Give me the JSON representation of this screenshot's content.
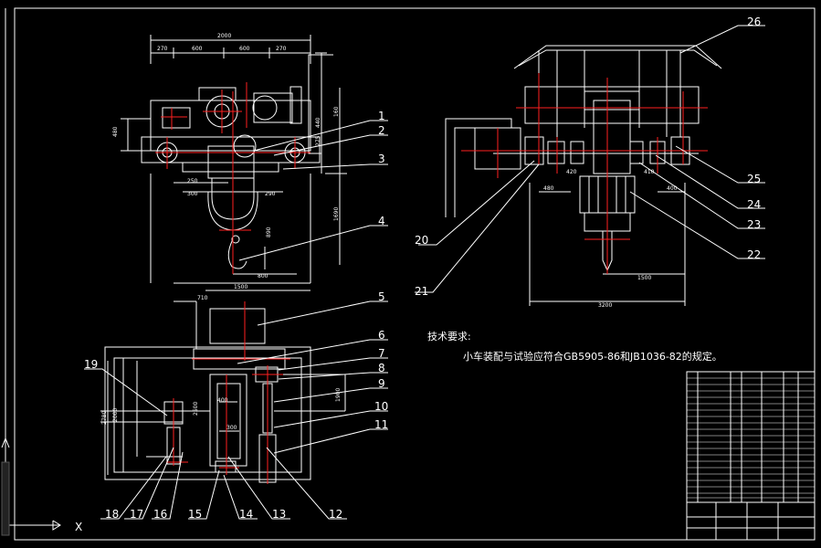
{
  "callouts": [
    "1",
    "2",
    "3",
    "4",
    "5",
    "6",
    "7",
    "8",
    "9",
    "10",
    "11",
    "12",
    "13",
    "14",
    "15",
    "16",
    "17",
    "18",
    "19",
    "20",
    "21",
    "22",
    "23",
    "24",
    "25",
    "26"
  ],
  "dimensions": {
    "front_top_total": "2000",
    "front_top_a": "270",
    "front_top_b": "600",
    "front_top_c": "600",
    "front_top_d": "270",
    "front_left": "480",
    "front_right_a": "160",
    "front_right_b": "440",
    "front_right_c": "275",
    "front_mid_a": "250",
    "front_mid_b": "300",
    "front_mid_c": "290",
    "front_tall": "1690",
    "front_hook": "890",
    "front_bottom": "800",
    "plan_top_a": "710",
    "plan_top_b": "1500",
    "plan_left_a": "2780",
    "plan_left_b": "2000",
    "plan_left_c": "2500",
    "plan_mid": "400",
    "plan_small": "300",
    "plan_right": "1900",
    "side_a": "420",
    "side_b": "410",
    "side_c": "480",
    "side_d": "400",
    "side_e": "1500",
    "side_total": "3200"
  },
  "notes": {
    "heading": "技术要求:",
    "line1": "小车装配与试验应符合GB5905-86和JB1036-82的规定。"
  },
  "axis": {
    "x_label": "X"
  }
}
